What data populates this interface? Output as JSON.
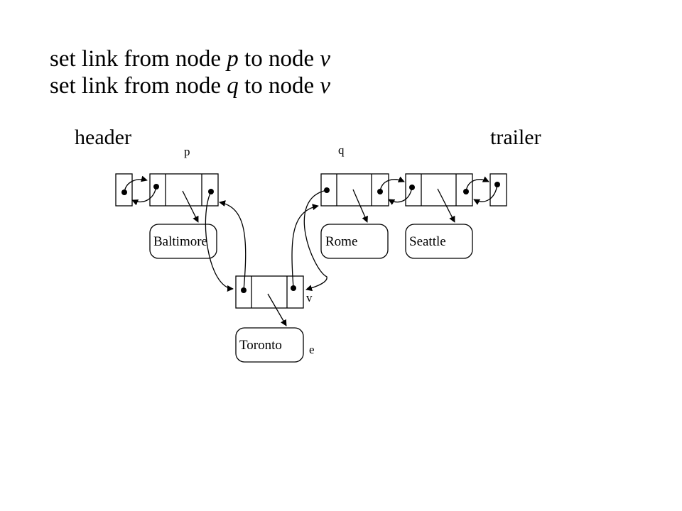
{
  "heading": {
    "line1": {
      "prefix": "set link from node ",
      "var1": "p",
      "middle": " to node ",
      "var2": "v"
    },
    "line2": {
      "prefix": "set link from node ",
      "var1": "q",
      "middle": " to node ",
      "var2": "v"
    }
  },
  "labels": {
    "header": "header",
    "trailer": "trailer",
    "p": "p",
    "q": "q",
    "v": "v",
    "e": "e"
  },
  "cities": {
    "baltimore": "Baltimore",
    "rome": "Rome",
    "seattle": "Seattle",
    "toronto": "Toronto"
  }
}
